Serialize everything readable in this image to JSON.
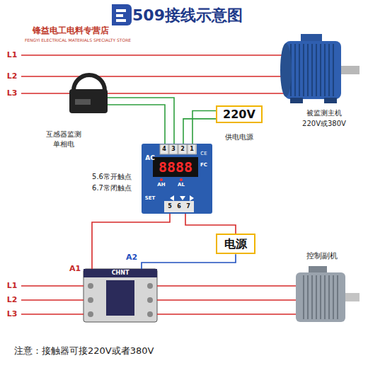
{
  "diagram": {
    "title": "509接线示意图",
    "nodes": [
      {
        "text": [
          "220V"
        ]
      },
      {
        "text": [
          "AC",
          "CE",
          "FC",
          "AH",
          "AL",
          "SET"
        ]
      },
      {
        "text": [
          "电源"
        ]
      },
      {
        "text": [
          "CHNT"
        ]
      }
    ],
    "edges": [
      {
        "from": 0,
        "to": 1,
        "arrow": "none"
      },
      {
        "from": 0,
        "to": 1,
        "arrow": "none"
      },
      {
        "from": 1,
        "to": 2,
        "arrow": "none"
      },
      {
        "from": 2,
        "to": 3,
        "arrow": "none"
      },
      {
        "from": 1,
        "to": 3,
        "arrow": "none"
      }
    ],
    "labels": [
      "锋益电工电料专营店",
      "FENGYI ELECTRICAL MATERIALS SPECIALTY STORE",
      "L1",
      "L2",
      "L3",
      "互感器监测",
      "单相电",
      "被监测主机",
      "220V或380V",
      "供电电源",
      "4",
      "3",
      "2",
      "1",
      "8888",
      "5.6常开触点",
      "6.7常闭触点",
      "5",
      "6",
      "7",
      "A1",
      "A2",
      "L1",
      "L2",
      "L3",
      "控制副机",
      "注意：接触器可接220V或者380V"
    ]
  }
}
